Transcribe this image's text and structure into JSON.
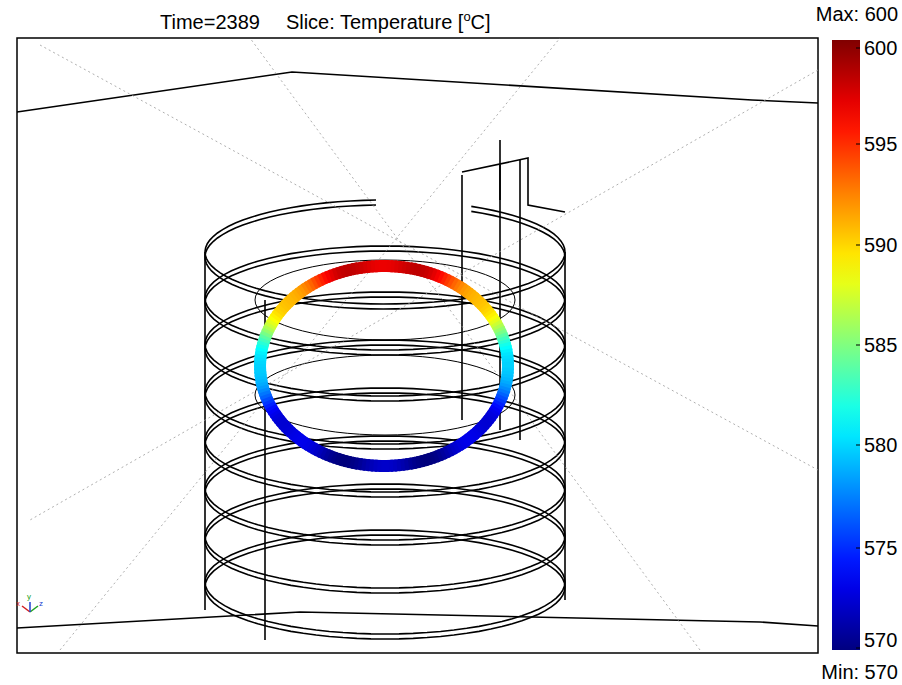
{
  "diagram": {
    "labels": [
      "Time=2389",
      "Slice: Temperature [",
      "o",
      "C]",
      "Max: 600",
      "600",
      "595",
      "590",
      "585",
      "580",
      "575",
      "570",
      "Min: 570",
      "x",
      "y",
      "z"
    ]
  }
}
